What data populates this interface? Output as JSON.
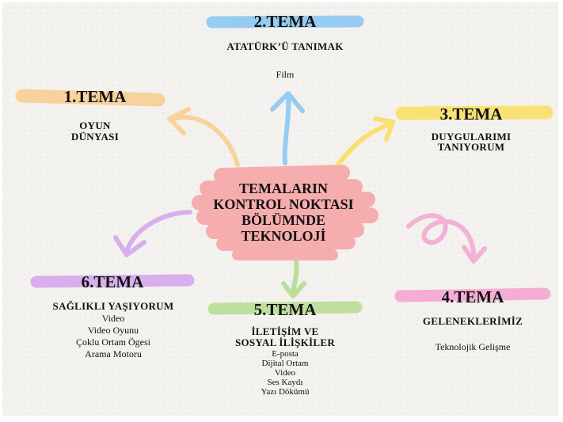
{
  "center": {
    "line1": "TEMALARIN",
    "line2": "KONTROL NOKTASI",
    "line3": "BÖLÜMNDE",
    "line4": "TEKNOLOJİ"
  },
  "themes": {
    "t1": {
      "label": "1.TEMA",
      "name1": "OYUN",
      "name2": "DÜNYASI",
      "color": "#f8cf95"
    },
    "t2": {
      "label": "2.TEMA",
      "name": "ATATÜRK’Ü TANIMAK",
      "item": "Film",
      "color": "#8ec8f2"
    },
    "t3": {
      "label": "3.TEMA",
      "name1": "DUYGULARIMI",
      "name2": "TANIYORUM",
      "color": "#fae06a"
    },
    "t4": {
      "label": "4.TEMA",
      "name": "GELENEKLERİMİZ",
      "item": "Teknolojik Gelişme",
      "color": "#f5a6d2"
    },
    "t5": {
      "label": "5.TEMA",
      "name1": "İLETİŞİM  VE",
      "name2": "SOSYAL İLİŞKİLER",
      "items": [
        "E-posta",
        "Dijital Ortam",
        "Video",
        "Ses Kaydı",
        "Yazı Dökümü"
      ],
      "color": "#b5dc8f"
    },
    "t6": {
      "label": "6.TEMA",
      "name": "SAĞLIKLI YAŞIYORUM",
      "items": [
        "Video",
        "Video Oyunu",
        "Çoklu Ortam Ögesi",
        "Arama Motoru"
      ],
      "color": "#d6a8ef"
    }
  },
  "center_color": "#f7a1a4"
}
